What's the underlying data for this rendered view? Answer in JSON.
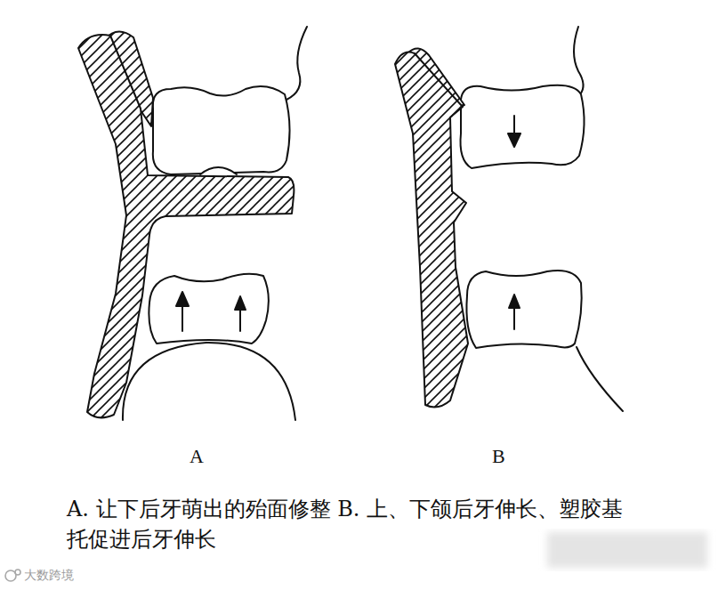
{
  "diagram": {
    "caption": "A. 让下后牙萌出的殆面修整 B. 上、下颌后牙伸长、塑胶基托促进后牙伸长",
    "labels": [
      "A",
      "B",
      "大数跨境"
    ]
  }
}
